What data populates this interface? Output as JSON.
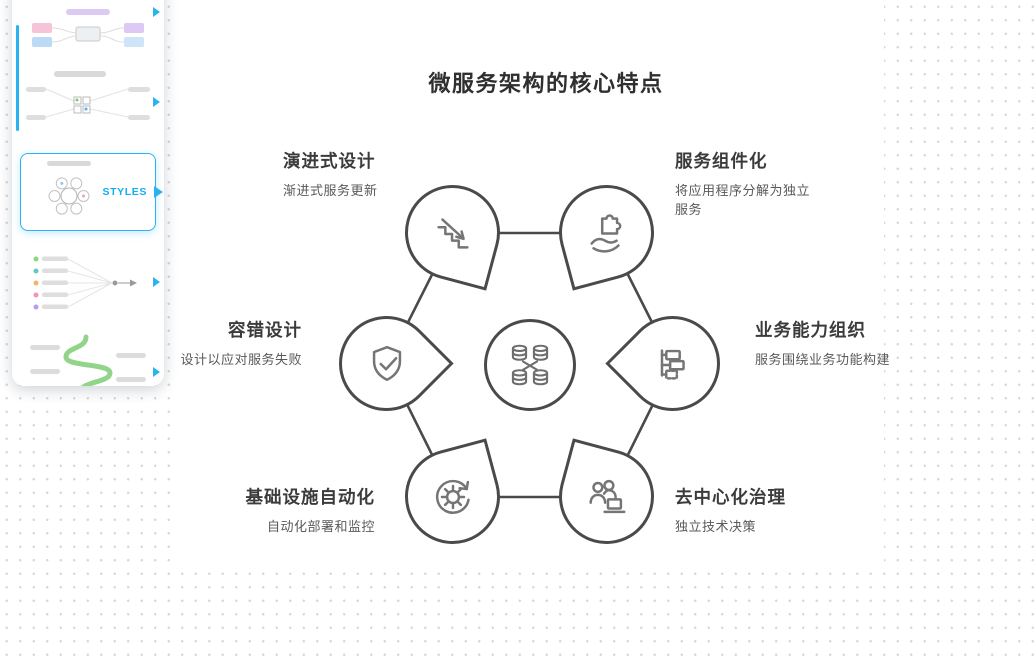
{
  "sidebar": {
    "styles_label": "STYLES",
    "accent_color": "#2bb3f0",
    "thumbnails": [
      {
        "name": "flowchart-style",
        "selected": false
      },
      {
        "name": "radial-network-style",
        "selected": false
      },
      {
        "name": "hexagon-cluster-style",
        "selected": true
      },
      {
        "name": "fan-list-style",
        "selected": false
      },
      {
        "name": "serpentine-timeline-style",
        "selected": false
      }
    ]
  },
  "diagram": {
    "title": "微服务架构的核心特点",
    "stroke_color": "#4a4a4a",
    "icon_color": "#757575",
    "center": {
      "icon": "crossed-databases-icon"
    },
    "nodes": [
      {
        "title": "演进式设计",
        "subtitle": "渐进式服务更新",
        "icon": "stairs-descend-arrow-icon",
        "position": "top-left"
      },
      {
        "title": "服务组件化",
        "subtitle": "将应用程序分解为独立服务",
        "icon": "hand-puzzle-icon",
        "position": "top-right"
      },
      {
        "title": "容错设计",
        "subtitle": "设计以应对服务失败",
        "icon": "shield-check-icon",
        "position": "left"
      },
      {
        "title": "业务能力组织",
        "subtitle": "服务围绕业务功能构建",
        "icon": "org-chart-boxes-icon",
        "position": "right"
      },
      {
        "title": "基础设施自动化",
        "subtitle": "自动化部署和监控",
        "icon": "gear-refresh-icon",
        "position": "bottom-left"
      },
      {
        "title": "去中心化治理",
        "subtitle": "独立技术决策",
        "icon": "people-laptop-icon",
        "position": "bottom-right"
      }
    ]
  }
}
